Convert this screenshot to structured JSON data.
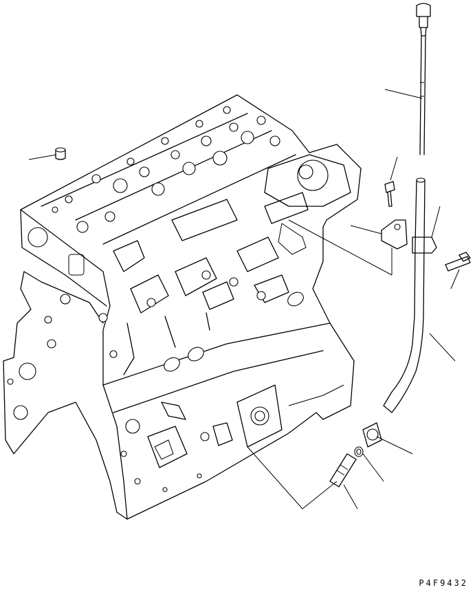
{
  "drawing": {
    "code": "P4F9432"
  },
  "parts": [
    {
      "name": "dipstick-gauge"
    },
    {
      "name": "cap"
    },
    {
      "name": "bolt-upper"
    },
    {
      "name": "bracket"
    },
    {
      "name": "clamp"
    },
    {
      "name": "bolt-clamp"
    },
    {
      "name": "guide-tube"
    },
    {
      "name": "adapter-nut"
    },
    {
      "name": "o-ring"
    },
    {
      "name": "connector"
    }
  ],
  "colors": {
    "ink": "#000000",
    "paper": "#ffffff"
  }
}
